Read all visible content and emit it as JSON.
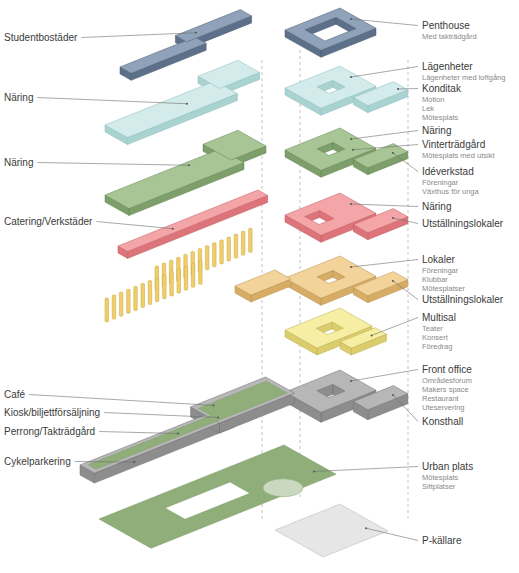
{
  "diagram": {
    "labels": [
      "Studentbostäder",
      "Näring",
      "Näring",
      "Catering/Verkstäder",
      "Café",
      "Kiosk/biljettförsäljning",
      "Perrong/Takträdgård",
      "Cykelparkering",
      "Penthouse",
      "Med takträdgård",
      "Lägenheter",
      "Lägenheter med loftgång",
      "Konditak",
      "Motion",
      "Lek",
      "Mötesplats",
      "Näring",
      "Vinterträdgård",
      "Mötesplats med utsikt",
      "Idéverkstad",
      "Föreningar",
      "Växthus för unga",
      "Näring",
      "Utställningslokaler",
      "Lokaler",
      "Föreningar",
      "Klubbar",
      "Mötesplatser",
      "Utställningslokaler",
      "Multisal",
      "Teater",
      "Konsert",
      "Föredrag",
      "Front office",
      "Områdesforum",
      "Makers space",
      "Restaurant",
      "Uteservering",
      "Konsthall",
      "Urban plats",
      "Mötesplats",
      "Sittplatser",
      "P-källare"
    ]
  }
}
